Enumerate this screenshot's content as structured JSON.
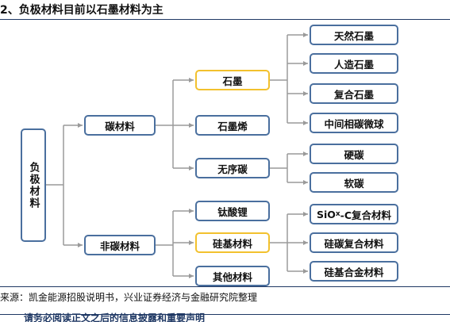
{
  "title": "2、负极材料目前以石墨材料为主",
  "nodes": {
    "root": "负极材料",
    "carbon": "碳材料",
    "noncarbon": "非碳材料",
    "graphite": "石墨",
    "graphene": "石墨烯",
    "amorphous": "无序碳",
    "natural_graphite": "天然石墨",
    "artificial_graphite": "人造石墨",
    "composite_graphite": "复合石墨",
    "mcmb": "中间相碳微球",
    "hard_carbon": "硬碳",
    "soft_carbon": "软碳",
    "titanate": "钛酸锂",
    "silicon_based": "硅基材料",
    "other": "其他材料",
    "siox_prefix": "SiO",
    "siox_sub": "x",
    "siox_suffix": "-C复合材料",
    "si_carbon": "硅碳复合材料",
    "si_alloy": "硅基合金材料"
  },
  "source": "来源：凯金能源招股说明书，兴业证券经济与金融研究院整理",
  "footer": "请务必阅读正文之后的信息披露和重要声明",
  "colors": {
    "box_border": "#4a6f9e",
    "highlight_border": "#f2c12e",
    "line": "#9a9a9a",
    "rule": "#1f3864"
  }
}
